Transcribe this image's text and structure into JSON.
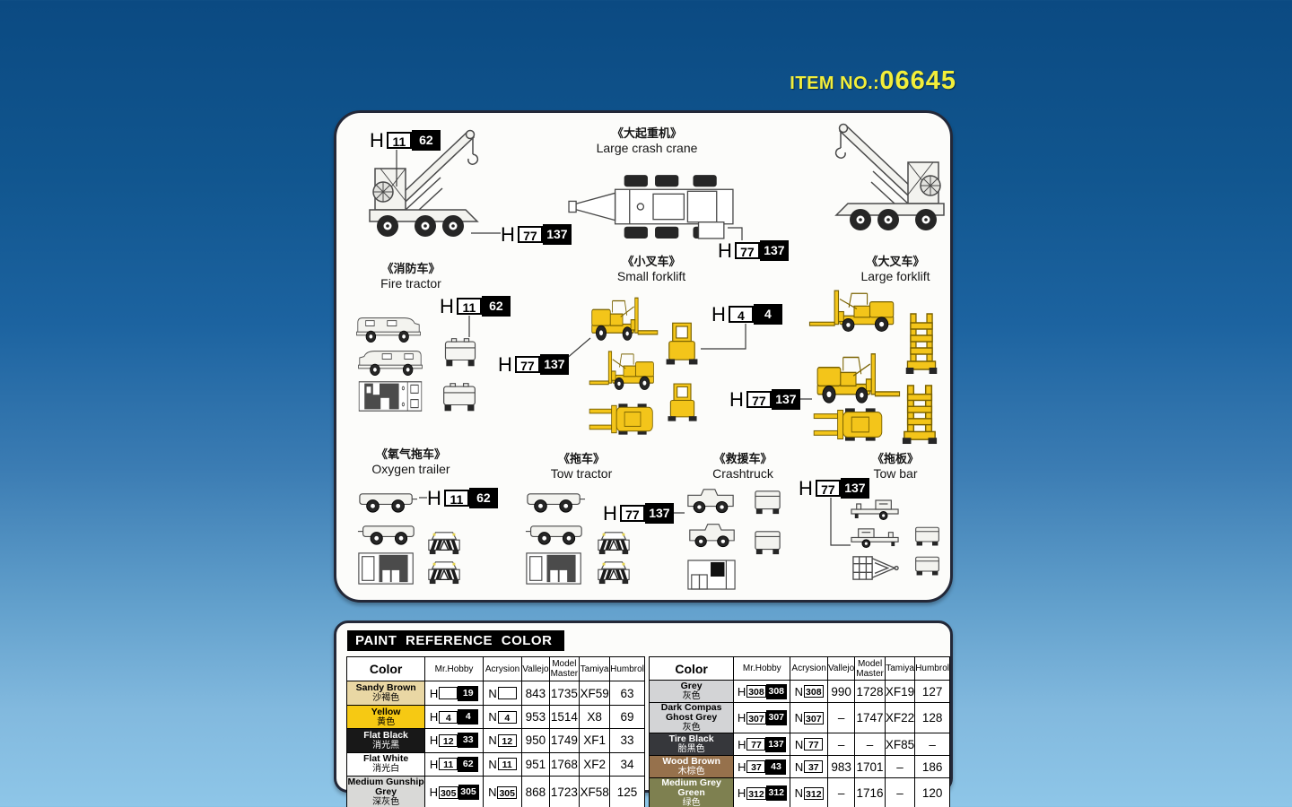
{
  "item_no": {
    "label": "ITEM NO.:",
    "number": "06645",
    "color": "#f2ee3a"
  },
  "sections": [
    {
      "zh": "《大起重机》",
      "en": "Large crash crane"
    },
    {
      "zh": "《消防车》",
      "en": "Fire tractor"
    },
    {
      "zh": "《小叉车》",
      "en": "Small forklift"
    },
    {
      "zh": "《大叉车》",
      "en": "Large forklift"
    },
    {
      "zh": "《氧气拖车》",
      "en": "Oxygen trailer"
    },
    {
      "zh": "《拖车》",
      "en": "Tow tractor"
    },
    {
      "zh": "《救援车》",
      "en": "Crashtruck"
    },
    {
      "zh": "《拖板》",
      "en": "Tow bar"
    }
  ],
  "callouts": [
    {
      "prefix": "H",
      "white": "11",
      "black": "62"
    },
    {
      "prefix": "H",
      "white": "77",
      "black": "137"
    },
    {
      "prefix": "H",
      "white": "77",
      "black": "137"
    },
    {
      "prefix": "H",
      "white": "11",
      "black": "62"
    },
    {
      "prefix": "H",
      "white": "77",
      "black": "137"
    },
    {
      "prefix": "H",
      "white": "4",
      "black": "4"
    },
    {
      "prefix": "H",
      "white": "77",
      "black": "137"
    },
    {
      "prefix": "H",
      "white": "11",
      "black": "62"
    },
    {
      "prefix": "H",
      "white": "77",
      "black": "137"
    },
    {
      "prefix": "H",
      "white": "77",
      "black": "137"
    }
  ],
  "vehicle_colors": {
    "forklift_yellow": "#f3c51a",
    "line_grey": "#4a4a4a"
  },
  "paint_table": {
    "title": "PAINT REFERENCE COLOR",
    "headers": [
      "Color",
      "Mr.Hobby",
      "Acrysion",
      "Vallejo",
      "Model Master",
      "Tamiya",
      "Humbrol"
    ],
    "prefixes": {
      "mr_hobby": "H",
      "acrysion": "N"
    },
    "left_rows": [
      {
        "name": "Sandy Brown",
        "zh": "沙褐色",
        "bg": "#e9d7a4",
        "fg": "#000000",
        "mh_white": "",
        "mh_black": "19",
        "acrysion": "",
        "vallejo": "843",
        "model_master": "1735",
        "tamiya": "XF59",
        "humbrol": "63"
      },
      {
        "name": "Yellow",
        "zh": "黄色",
        "bg": "#f6c913",
        "fg": "#000000",
        "mh_white": "4",
        "mh_black": "4",
        "acrysion": "4",
        "vallejo": "953",
        "model_master": "1514",
        "tamiya": "X8",
        "humbrol": "69"
      },
      {
        "name": "Flat Black",
        "zh": "消光黑",
        "bg": "#181818",
        "fg": "#ffffff",
        "mh_white": "12",
        "mh_black": "33",
        "acrysion": "12",
        "vallejo": "950",
        "model_master": "1749",
        "tamiya": "XF1",
        "humbrol": "33"
      },
      {
        "name": "Flat White",
        "zh": "消光白",
        "bg": "#ffffff",
        "fg": "#000000",
        "mh_white": "11",
        "mh_black": "62",
        "acrysion": "11",
        "vallejo": "951",
        "model_master": "1768",
        "tamiya": "XF2",
        "humbrol": "34"
      },
      {
        "name": "Medium Gunship Grey",
        "zh": "深灰色",
        "bg": "#d9d9d7",
        "fg": "#000000",
        "mh_white": "305",
        "mh_black": "305",
        "acrysion": "305",
        "vallejo": "868",
        "model_master": "1723",
        "tamiya": "XF58",
        "humbrol": "125"
      }
    ],
    "right_rows": [
      {
        "name": "Grey",
        "zh": "灰色",
        "bg": "#d3d4d6",
        "fg": "#000000",
        "mh_white": "308",
        "mh_black": "308",
        "acrysion": "308",
        "vallejo": "990",
        "model_master": "1728",
        "tamiya": "XF19",
        "humbrol": "127"
      },
      {
        "name": "Dark Compas Ghost Grey",
        "zh": "灰色",
        "bg": "#d3d4d6",
        "fg": "#000000",
        "mh_white": "307",
        "mh_black": "307",
        "acrysion": "307",
        "vallejo": "–",
        "model_master": "1747",
        "tamiya": "XF22",
        "humbrol": "128"
      },
      {
        "name": "Tire Black",
        "zh": "胎黑色",
        "bg": "#36373b",
        "fg": "#ffffff",
        "mh_white": "77",
        "mh_black": "137",
        "acrysion": "77",
        "vallejo": "–",
        "model_master": "–",
        "tamiya": "XF85",
        "humbrol": "–"
      },
      {
        "name": "Wood Brown",
        "zh": "木棕色",
        "bg": "#96714c",
        "fg": "#ffffff",
        "mh_white": "37",
        "mh_black": "43",
        "acrysion": "37",
        "vallejo": "983",
        "model_master": "1701",
        "tamiya": "–",
        "humbrol": "186"
      },
      {
        "name": "Medium Grey Green",
        "zh": "绿色",
        "bg": "#7e8050",
        "fg": "#ffffff",
        "mh_white": "312",
        "mh_black": "312",
        "acrysion": "312",
        "vallejo": "–",
        "model_master": "1716",
        "tamiya": "–",
        "humbrol": "120"
      }
    ]
  }
}
